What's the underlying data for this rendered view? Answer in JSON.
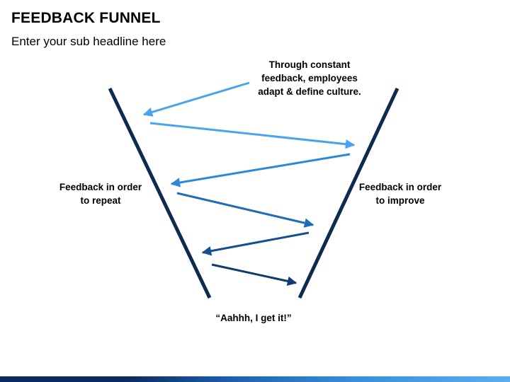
{
  "header": {
    "title": "FEEDBACK FUNNEL",
    "subtitle": "Enter your sub headline here"
  },
  "labels": {
    "top": "Through constant feedback, employees adapt & define culture.",
    "left": "Feedback in order to repeat",
    "right": "Feedback in order to improve",
    "bottom": "“Aahhh, I get it!”"
  },
  "colors": {
    "funnel": "#0d2a50",
    "arrow_light": "#4aa3ef",
    "arrow_medium": "#2f86d6",
    "arrow_mid": "#1f6cb8",
    "arrow_deep": "#164f8f",
    "arrow_dark": "#0f3b70"
  }
}
